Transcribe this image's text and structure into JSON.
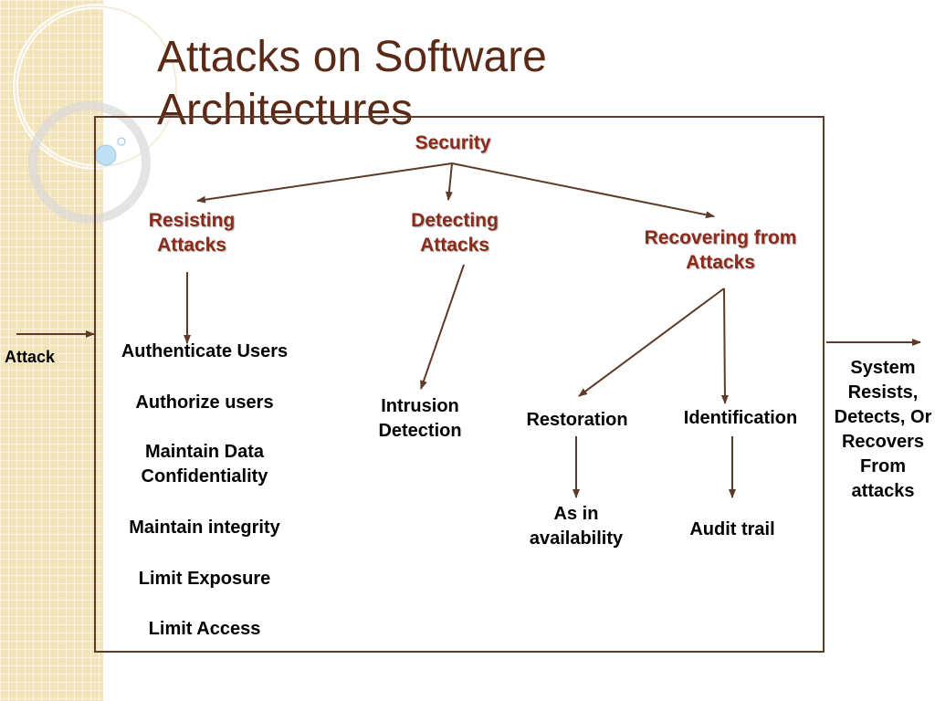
{
  "title": "Attacks on Software Architectures",
  "diagram": {
    "root": "Security",
    "categories": {
      "resisting": "Resisting Attacks",
      "detecting": "Detecting Attacks",
      "recovering": "Recovering from Attacks"
    },
    "resisting_items": [
      "Authenticate Users",
      "Authorize users",
      "Maintain Data Confidentiality",
      "Maintain integrity",
      "Limit Exposure",
      "Limit Access"
    ],
    "detecting_item": "Intrusion Detection",
    "recovering_items": {
      "restoration": "Restoration",
      "identification": "Identification"
    },
    "restoration_item": "As in availability",
    "identification_item": "Audit trail",
    "input_label": "Attack",
    "output_label": "System Resists, Detects, Or Recovers From attacks"
  },
  "colors": {
    "title": "#5b2a17",
    "category_text": "#8b2b1c",
    "arrows": "#5e3a2a",
    "side_strip": "#f3e3b8"
  }
}
